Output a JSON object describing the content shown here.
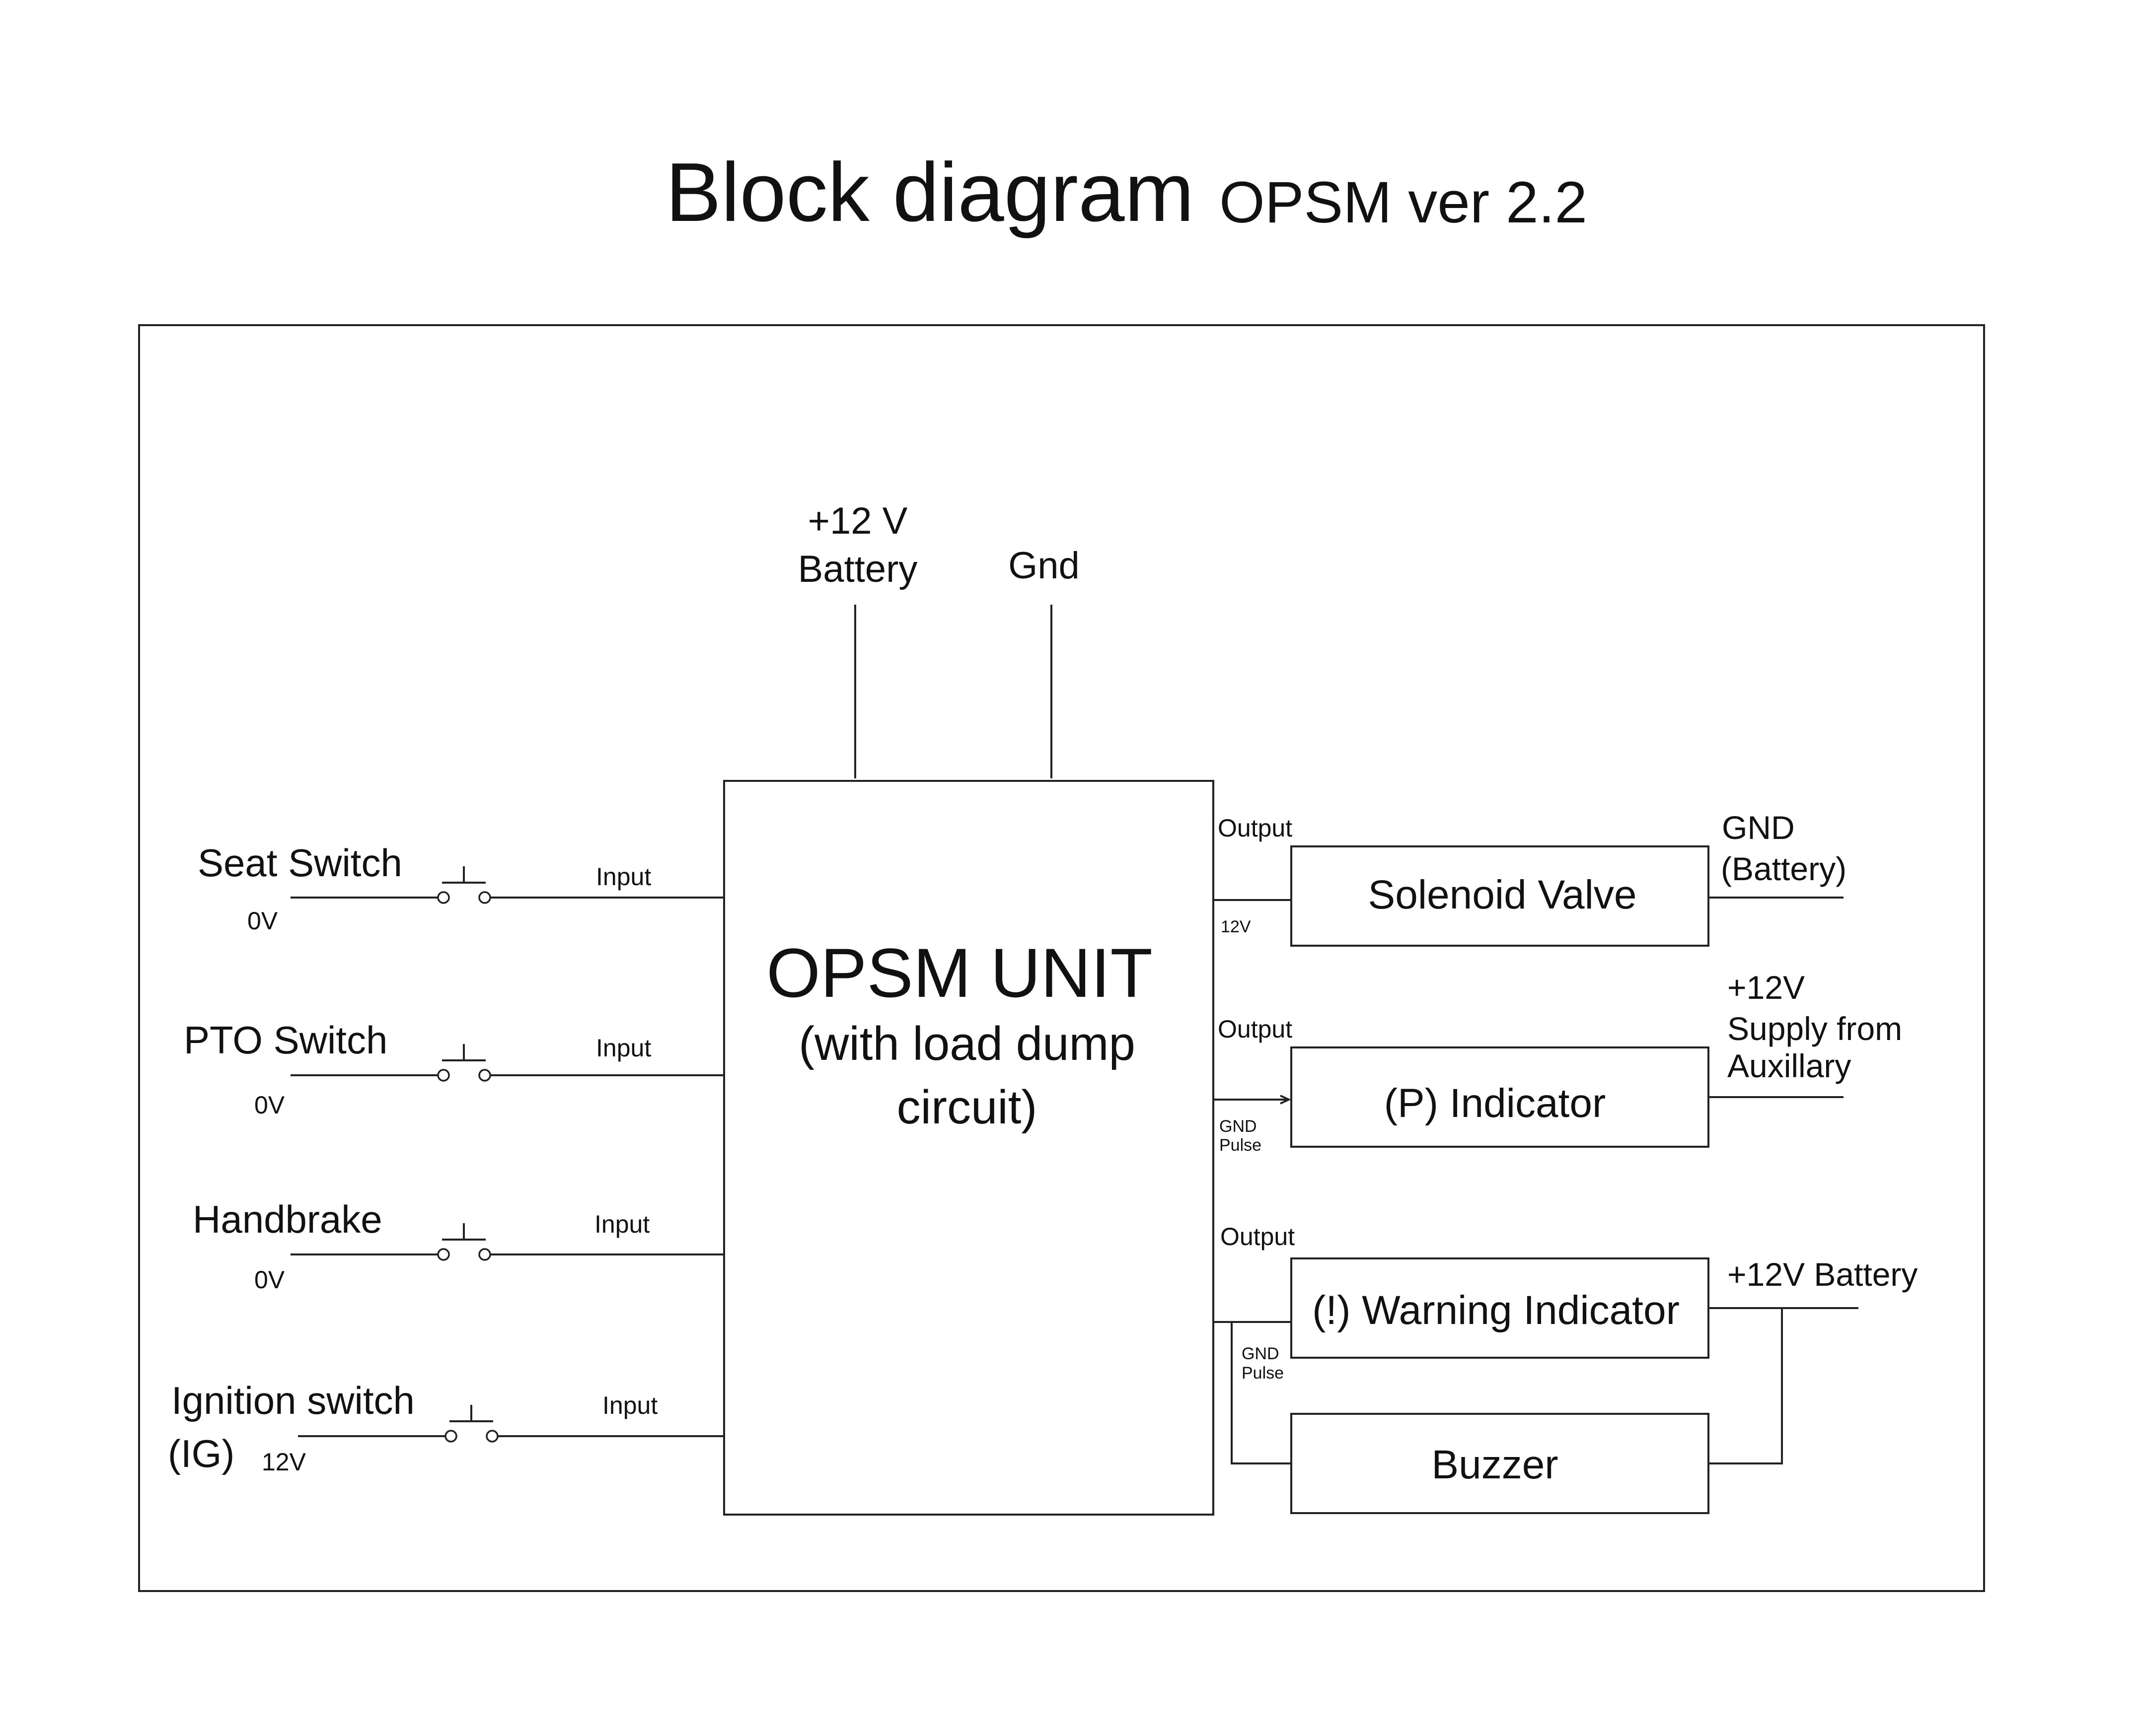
{
  "title": {
    "main": "Block diagram",
    "version": "OPSM ver 2.2"
  },
  "power": {
    "battery_line1": "+12 V",
    "battery_line2": "Battery",
    "gnd": "Gnd"
  },
  "unit": {
    "name": "OPSM UNIT",
    "sub_line1": "(with load dump",
    "sub_line2": "circuit)"
  },
  "inputs": [
    {
      "name": "Seat Switch",
      "level": "0V",
      "port": "Input"
    },
    {
      "name": "PTO Switch",
      "level": "0V",
      "port": "Input"
    },
    {
      "name": "Handbrake",
      "level": "0V",
      "port": "Input"
    },
    {
      "name": "Ignition switch",
      "name_line2": "(IG)",
      "level": "12V",
      "port": "Input"
    }
  ],
  "outputs": [
    {
      "port": "Output",
      "signal": "12V",
      "device": "Solenoid Valve",
      "supply_line1": "GND",
      "supply_line2": "(Battery)"
    },
    {
      "port": "Output",
      "signal_line1": "GND",
      "signal_line2": "Pulse",
      "device": "(P) Indicator",
      "supply_line1": "+12V",
      "supply_line2": "Supply from",
      "supply_line3": "Auxillary"
    },
    {
      "port": "Output",
      "signal_line1": "GND",
      "signal_line2": "Pulse",
      "device": "(!) Warning Indicator",
      "supply_line1": "+12V Battery"
    }
  ],
  "buzzer": {
    "device": "Buzzer"
  }
}
